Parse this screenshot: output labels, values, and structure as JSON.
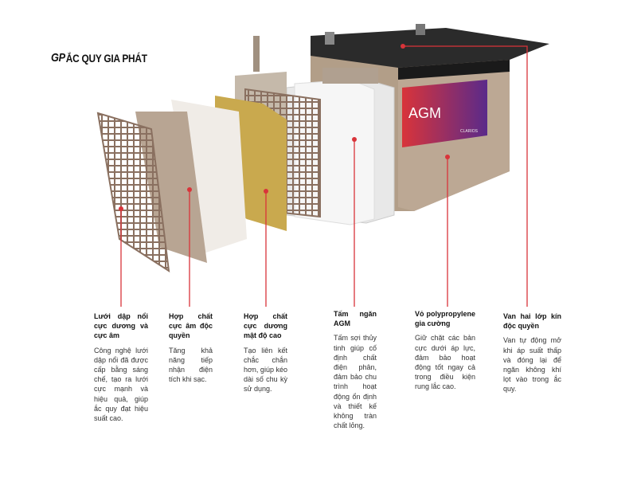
{
  "logo": {
    "mark": "GP",
    "text": "ẮC QUY GIA PHÁT"
  },
  "battery_label": {
    "brand": "AGM",
    "maker": "CLARIOS"
  },
  "accent_color": "#d9343a",
  "components": [
    {
      "title": "Lưới dập nổi cực dương và cực âm",
      "description": "Công nghệ lưới dập nổi đã được cấp bằng sáng chế, tạo ra lưới cực mạnh và hiệu quả, giúp ắc quy đạt hiệu suất cao."
    },
    {
      "title": "Hợp chất cực âm độc quyền",
      "description": "Tăng khả năng tiếp nhận điện tích khi sạc."
    },
    {
      "title": "Hợp chất cực dương mật độ cao",
      "description": "Tạo liên kết chắc chắn hơn, giúp kéo dài số chu kỳ sử dụng."
    },
    {
      "title": "Tấm ngăn AGM",
      "description": "Tấm sợi thủy tinh giúp cố định chất điện phân, đảm bảo chu trình hoạt động ổn định và thiết kế không tràn chất lỏng."
    },
    {
      "title": "Vỏ polypropylene gia cường",
      "description": "Giữ chặt các bản cực dưới áp lực, đảm bảo hoạt động tốt ngay cả trong điều kiện rung lắc cao."
    },
    {
      "title": "Van hai lớp kín độc quyền",
      "description": "Van tự động mở khi áp suất thấp và đóng lại để ngăn không khí lọt vào trong ắc quy."
    }
  ]
}
